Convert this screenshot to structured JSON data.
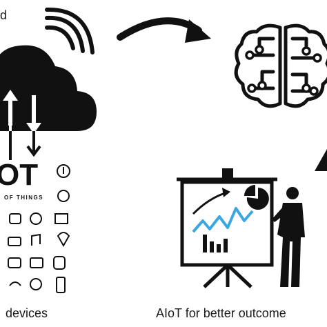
{
  "labels": {
    "cloud_caption_fragment": "d",
    "iot_title_fragment": "OT",
    "iot_subtitle_fragment": "OF THINGS",
    "devices_caption": "devices",
    "aiot_caption": "AIoT for better outcome"
  },
  "icons": {
    "cloud": "cloud-upload-download-icon",
    "signal": "wifi-signal-icon",
    "arrow": "curved-arrow-icon",
    "brain": "circuit-brain-icon",
    "presentation": "presenter-with-chart-icon",
    "devices": [
      "thermometer-icon",
      "bulb-icon",
      "tap-icon",
      "tv-icon",
      "camera-icon",
      "music-icon",
      "location-icon",
      "car-icon",
      "watch-icon",
      "wifi-icon",
      "gear-icon",
      "phone-icon"
    ]
  },
  "colors": {
    "ink": "#111111",
    "chart_blue": "#3aa7e0",
    "background": "#ffffff"
  }
}
